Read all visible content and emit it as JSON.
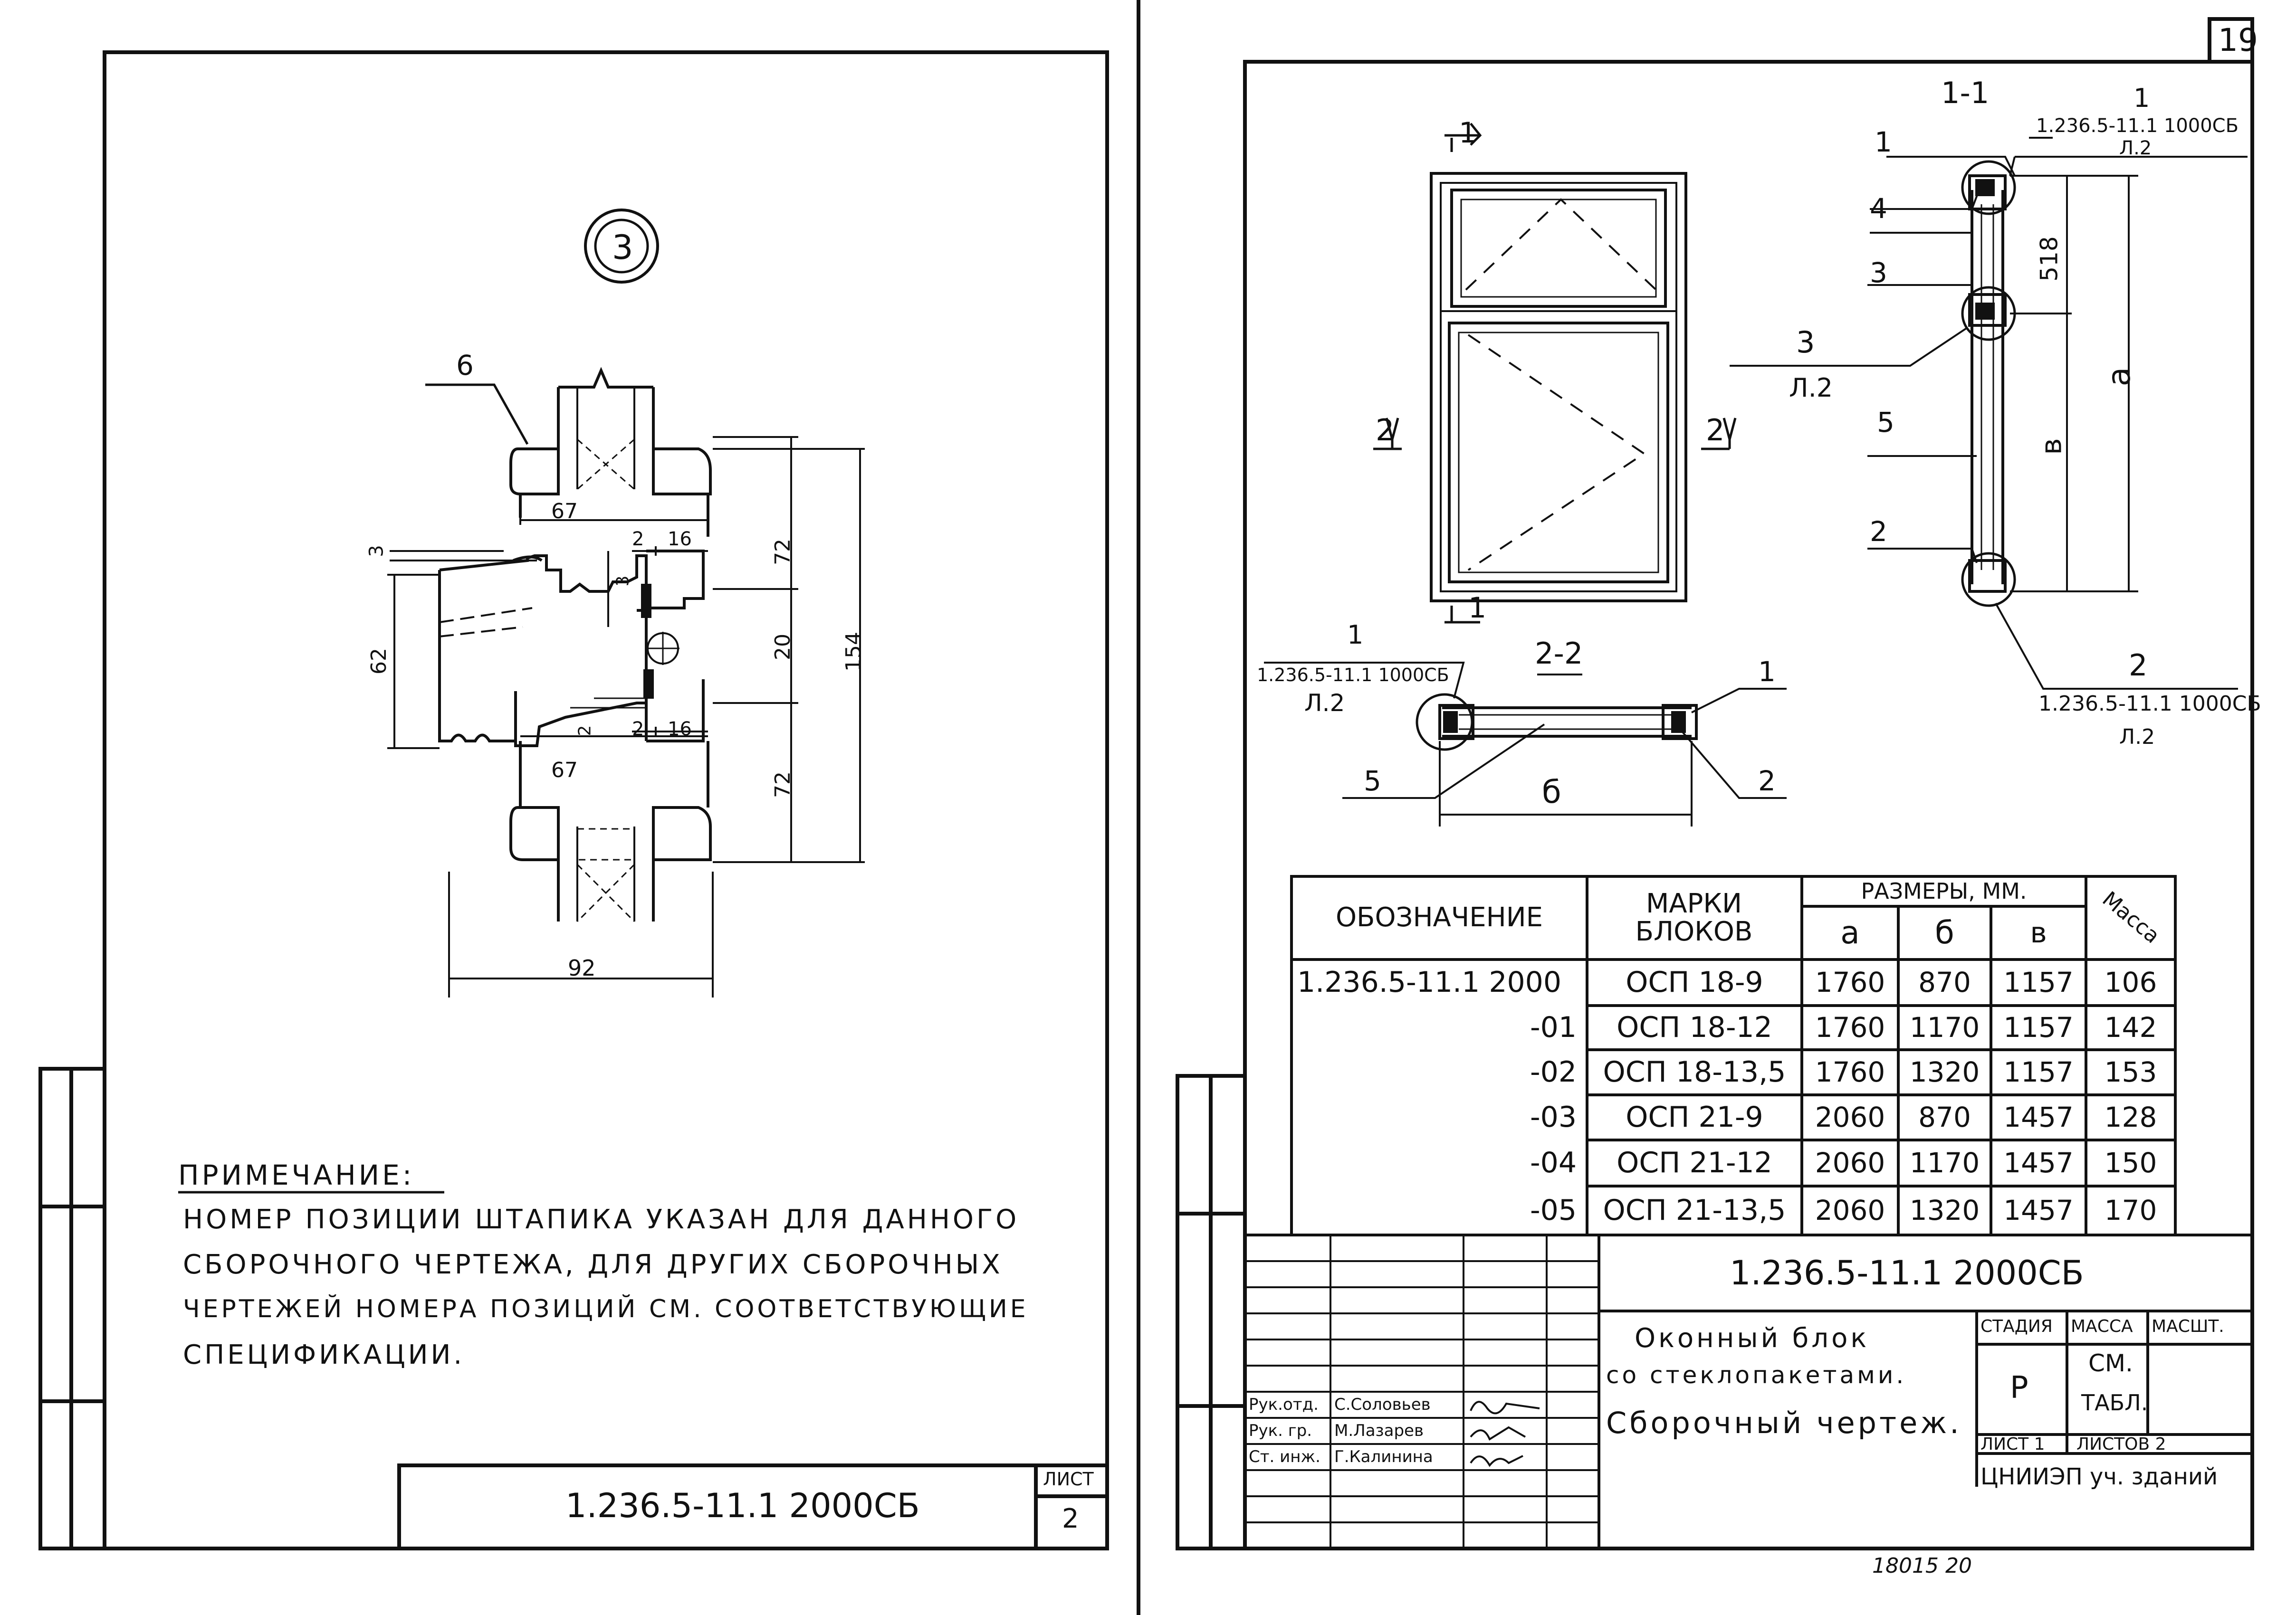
{
  "page_number": "19",
  "left_sheet": {
    "detail_marker": "3",
    "part_labels": {
      "p6": "6"
    },
    "dimensions": {
      "w67_top": "67",
      "w2_top": "2",
      "w16_top": "16",
      "w67_bot": "67",
      "w2_bot": "2",
      "w16_bot": "16",
      "h3": "3",
      "h62": "62",
      "h72_top": "72",
      "h20": "20",
      "h154": "154",
      "h72_bot": "72",
      "w92": "92",
      "slot3": "3",
      "slot2": "2"
    },
    "note_title": "ПРИМЕЧАНИЕ:",
    "note_lines": [
      "НОМЕР ПОЗИЦИИ ШТАПИКА УКАЗАН ДЛЯ ДАННОГО",
      "СБОРОЧНОГО ЧЕРТЕЖА, ДЛЯ ДРУГИХ СБОРОЧНЫХ",
      "ЧЕРТЕЖЕЙ НОМЕРА ПОЗИЦИЙ СМ. СООТВЕТСТВУЮЩИЕ",
      "СПЕЦИФИКАЦИИ."
    ],
    "doc_code": "1.236.5-11.1 2000СБ",
    "sheet_label": "ЛИСТ",
    "sheet_number": "2"
  },
  "right_sheet": {
    "section_1_1": "1-1",
    "section_2_2": "2-2",
    "cut_1": "1",
    "cut_2": "2",
    "callouts": {
      "c1_num": "1",
      "c1_ref": "1.236.5-11.1 1000СБ",
      "c1_sheet": "Л.2",
      "c2_num": "2",
      "c2_ref": "1.236.5-11.1 1000СБ",
      "c2_sheet": "Л.2",
      "c3_num": "3",
      "c3_sheet": "Л.2",
      "c4_num": "1",
      "c4_ref": "1.236.5-11.1 1000СБ",
      "c4_sheet": "Л.2"
    },
    "positions": {
      "p1": "1",
      "p4": "4",
      "p3": "3",
      "p5": "5",
      "p2": "2",
      "p1b": "1",
      "p5b": "5",
      "p2b": "2"
    },
    "dim_labels": {
      "d518": "518",
      "da": "а",
      "dv": "в",
      "db": "б"
    },
    "table": {
      "headers": {
        "designation": "ОБОЗНАЧЕНИЕ",
        "marks": "МАРКИ БЛОКОВ",
        "sizes": "РАЗМЕРЫ, ММ.",
        "a": "а",
        "b": "б",
        "v": "в",
        "mass": "Масса"
      },
      "rows": [
        {
          "designation": "1.236.5-11.1 2000",
          "mark": "ОСП 18-9",
          "a": "1760",
          "b": "870",
          "v": "1157",
          "mass": "106"
        },
        {
          "designation": "-01",
          "mark": "ОСП 18-12",
          "a": "1760",
          "b": "1170",
          "v": "1157",
          "mass": "142"
        },
        {
          "designation": "-02",
          "mark": "ОСП 18-13,5",
          "a": "1760",
          "b": "1320",
          "v": "1157",
          "mass": "153"
        },
        {
          "designation": "-03",
          "mark": "ОСП 21-9",
          "a": "2060",
          "b": "870",
          "v": "1457",
          "mass": "128"
        },
        {
          "designation": "-04",
          "mark": "ОСП 21-12",
          "a": "2060",
          "b": "1170",
          "v": "1457",
          "mass": "150"
        },
        {
          "designation": "-05",
          "mark": "ОСП 21-13,5",
          "a": "2060",
          "b": "1320",
          "v": "1457",
          "mass": "170"
        }
      ]
    },
    "title_block": {
      "doc_code": "1.236.5-11.1 2000СБ",
      "title_lines": [
        "Оконный блок",
        "со стеклопакетами.",
        "Сборочный чертеж."
      ],
      "stage_label": "СТАДИЯ",
      "mass_label": "МАССА",
      "scale_label": "МАСШТ.",
      "stage_value": "Р",
      "mass_value_1": "СМ.",
      "mass_value_2": "ТАБЛ.",
      "sheet_label": "ЛИСТ 1",
      "sheets_label": "ЛИСТОВ 2",
      "org": "ЦНИИЭП уч. зданий",
      "staff": [
        {
          "role": "Рук.отд.",
          "name": "С.Соловьев"
        },
        {
          "role": "Рук. гр.",
          "name": "М.Лазарев"
        },
        {
          "role": "Ст. инж.",
          "name": "Г.Калинина"
        }
      ]
    },
    "footer_number": "18015 20"
  }
}
